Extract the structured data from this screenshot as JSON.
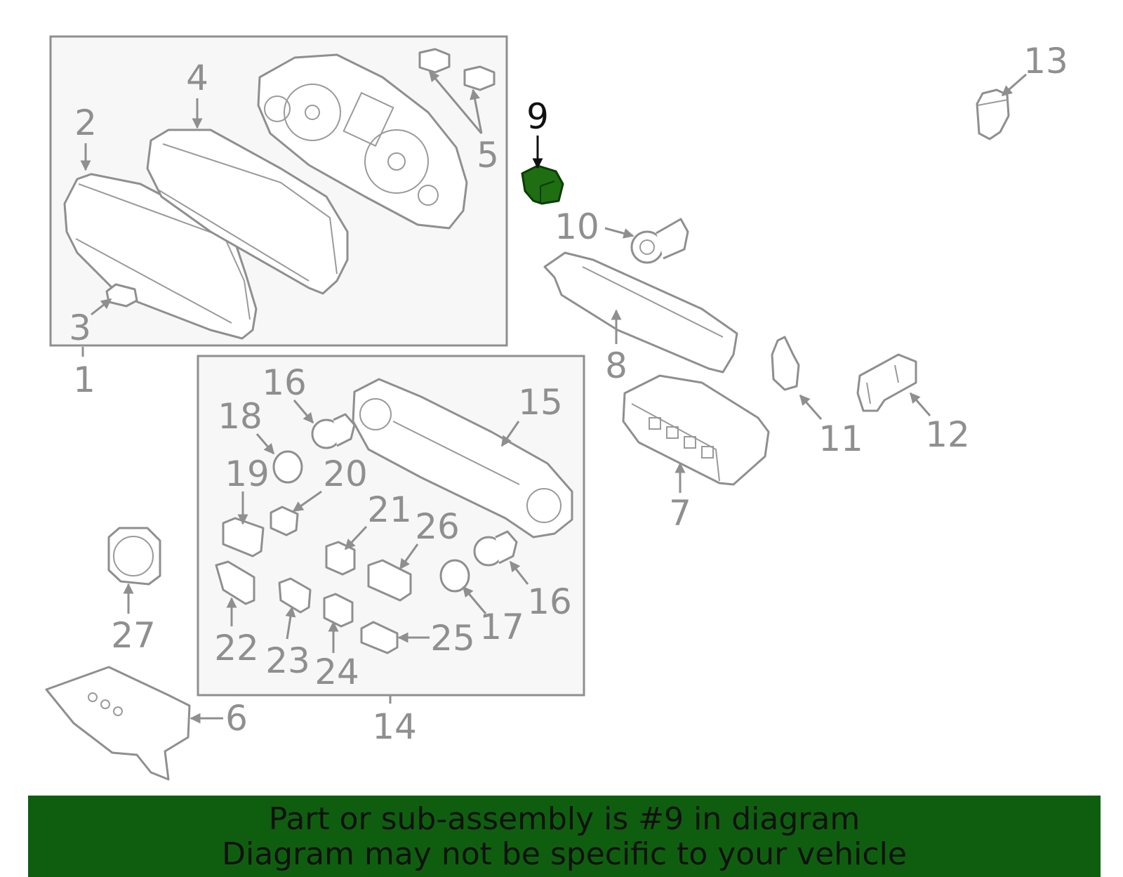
{
  "colors": {
    "highlight": "#1f6e12",
    "banner": "#0f5e0f",
    "line_art": "#8f8f8f",
    "label": "#8f8f8f",
    "highlight_label": "#111111"
  },
  "diagram": {
    "highlighted_part": "9",
    "labels": {
      "l1": "1",
      "l2": "2",
      "l3": "3",
      "l4": "4",
      "l5": "5",
      "l6": "6",
      "l7": "7",
      "l8": "8",
      "l9": "9",
      "l10": "10",
      "l11": "11",
      "l12": "12",
      "l13": "13",
      "l14": "14",
      "l15": "15",
      "l16a": "16",
      "l16b": "16",
      "l17": "17",
      "l18": "18",
      "l19": "19",
      "l20": "20",
      "l21": "21",
      "l22": "22",
      "l23": "23",
      "l24": "24",
      "l25": "25",
      "l26": "26",
      "l27": "27"
    }
  },
  "banner": {
    "line1": "Part or sub-assembly is #9 in diagram",
    "line2": "Diagram may not be specific to your vehicle"
  }
}
